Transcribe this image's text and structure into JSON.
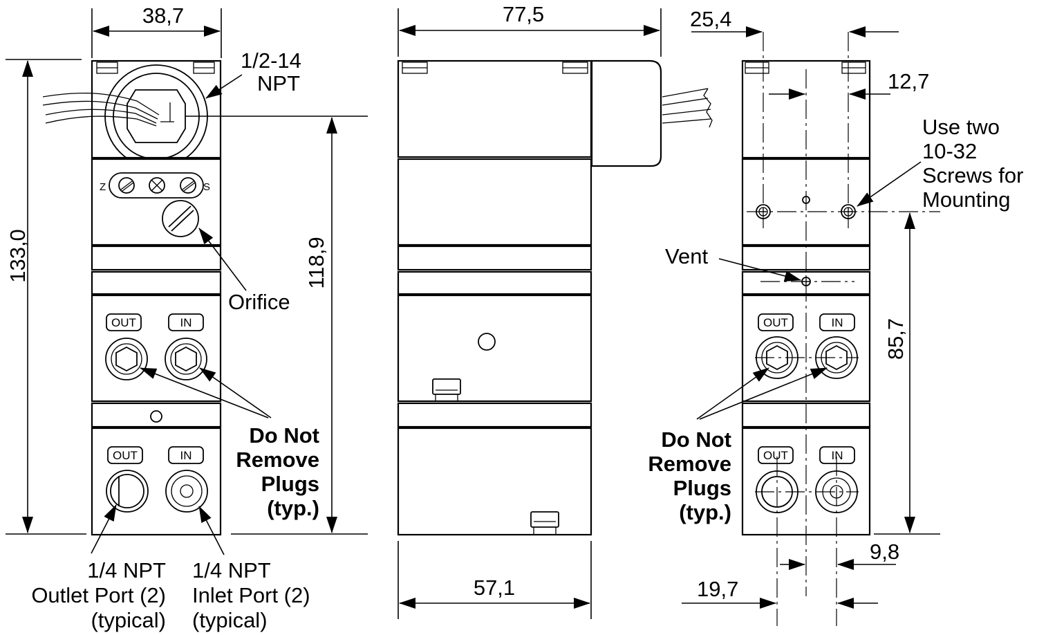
{
  "dimensions": {
    "width_top": "38,7",
    "length_top": "77,5",
    "offset_left": "25,4",
    "offset_right": "12,7",
    "height_total": "133,0",
    "height_mid": "118,9",
    "height_right": "85,7",
    "length_bottom": "57,1",
    "port_offset_a": "9,8",
    "port_offset_b": "19,7"
  },
  "labels": {
    "npt_line1": "1/2-14",
    "npt_line2": "NPT",
    "orifice": "Orifice",
    "zero": "Z",
    "span": "S",
    "vent": "Vent",
    "out_tag": "OUT",
    "in_tag": "IN",
    "screws_line1": "Use two",
    "screws_line2": "10-32",
    "screws_line3": "Screws for",
    "screws_line4": "Mounting",
    "plugs_line1": "Do Not",
    "plugs_line2": "Remove",
    "plugs_line3": "Plugs",
    "plugs_line4": "(typ.)",
    "outlet_line1": "1/4 NPT",
    "outlet_line2": "Outlet Port (2)",
    "outlet_line3": "(typical)",
    "inlet_line1": "1/4 NPT",
    "inlet_line2": "Inlet Port (2)",
    "inlet_line3": "(typical)"
  }
}
